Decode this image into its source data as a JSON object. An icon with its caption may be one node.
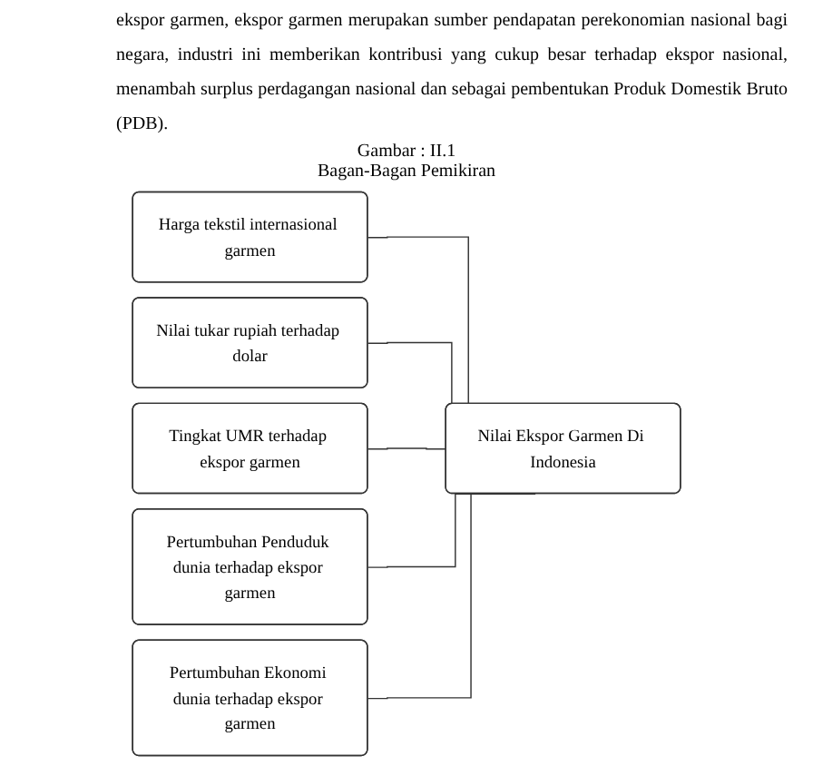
{
  "diagram": {
    "title": "Bagan-Bagan Pemikiran",
    "nodes": [
      {
        "text": [
          "Harga tekstil internasional garmen"
        ]
      },
      {
        "text": [
          "Nilai tukar rupiah terhadap dolar"
        ]
      },
      {
        "text": [
          "Tingkat UMR terhadap ekspor garmen"
        ]
      },
      {
        "text": [
          "Pertumbuhan Penduduk dunia terhadap ekspor garmen"
        ]
      },
      {
        "text": [
          "Pertumbuhan Ekonomi dunia terhadap ekspor garmen"
        ]
      },
      {
        "text": [
          "Nilai Ekspor Garmen Di Indonesia"
        ]
      }
    ],
    "edges": [
      {
        "from": 0,
        "to": 5,
        "arrow": "none"
      },
      {
        "from": 1,
        "to": 5,
        "arrow": "none"
      },
      {
        "from": 2,
        "to": 5,
        "arrow": "none"
      },
      {
        "from": 3,
        "to": 5,
        "arrow": "none"
      },
      {
        "from": 4,
        "to": 5,
        "arrow": "none"
      }
    ],
    "labels": [
      "ekspor garmen, ekspor garmen merupakan sumber pendapatan perekonomian nasional bagi negara, industri ini memberikan kontribusi yang cukup besar terhadap ekspor nasional, menambah surplus perdagangan nasional dan sebagai pembentukan Produk Domestik Bruto (PDB).",
      "Gambar : II.1"
    ]
  }
}
